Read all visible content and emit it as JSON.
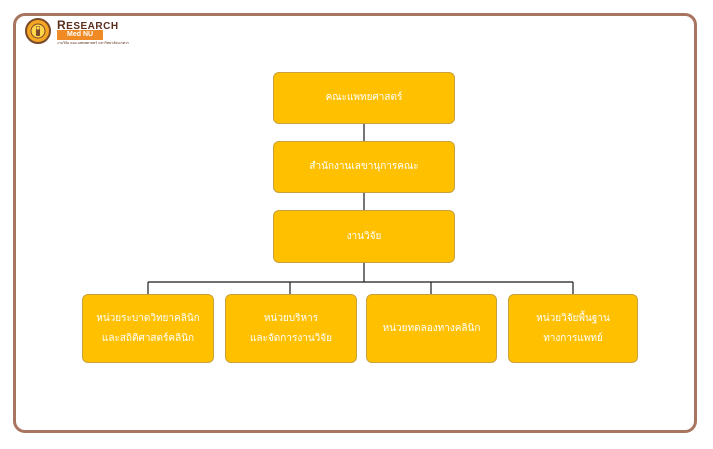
{
  "logo": {
    "title_first": "R",
    "title_rest": "ESEARCH",
    "tag": "Med NU",
    "subtitle": "งานวิจัย คณะแพทยศาสตร์ มหาวิทยาลัยนเรศวร",
    "badge_icon": "university-seal-icon"
  },
  "org_chart": {
    "levels": [
      {
        "id": "faculty",
        "lines": [
          "คณะแพทยศาสตร์"
        ]
      },
      {
        "id": "secretary-office",
        "lines": [
          "สำนักงานเลขานุการคณะ"
        ]
      },
      {
        "id": "research-unit",
        "lines": [
          "งานวิจัย"
        ]
      }
    ],
    "units": [
      {
        "id": "clinical-epi-unit",
        "lines": [
          "หน่วยระบาดวิทยาคลินิก",
          "และสถิติศาสตร์คลินิก"
        ]
      },
      {
        "id": "research-admin-unit",
        "lines": [
          "หน่วยบริหาร",
          "และจัดการงานวิจัย"
        ]
      },
      {
        "id": "clinical-trial-unit",
        "lines": [
          "หน่วยทดลองทางคลินิก"
        ]
      },
      {
        "id": "basic-medical-research-unit",
        "lines": [
          "หน่วยวิจัยพื้นฐาน",
          "ทางการแพทย์"
        ]
      }
    ]
  },
  "colors": {
    "box_fill": "#ffc000",
    "frame_border": "#a87560",
    "connector": "#1a1a1a"
  }
}
